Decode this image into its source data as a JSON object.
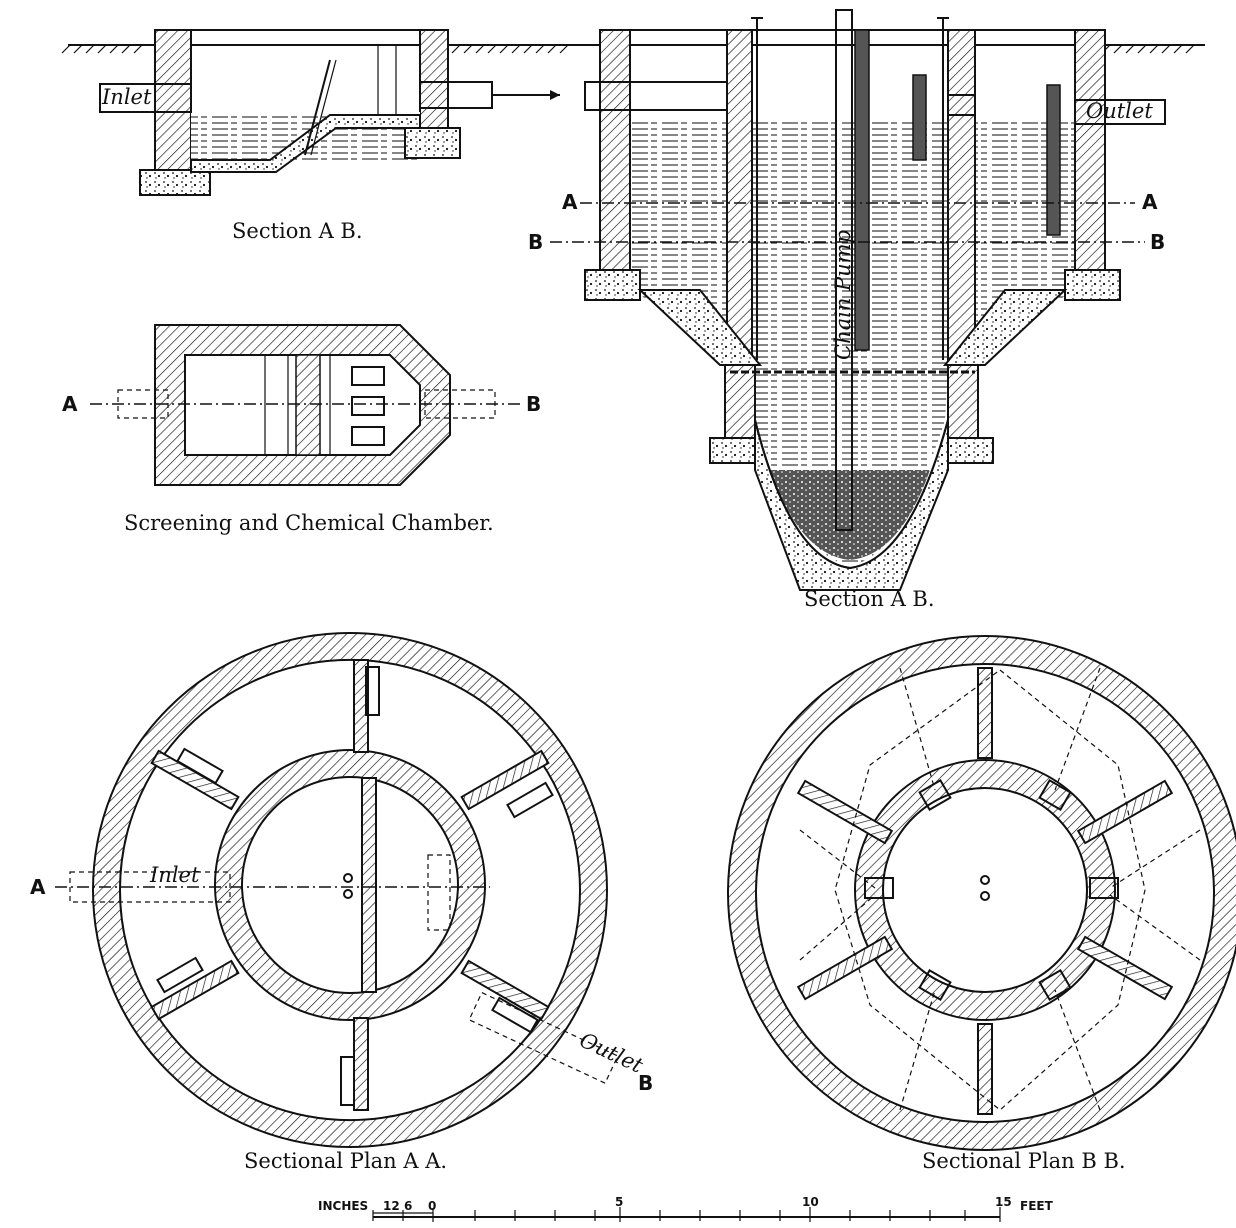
{
  "labels": {
    "inlet_top": "Inlet",
    "outlet_top": "Outlet",
    "a_left": "A",
    "a_right": "A",
    "b_left": "B",
    "b_right": "B",
    "chain_pump": "Chain Pump",
    "chamber_a": "A",
    "chamber_b": "B",
    "plan_inlet": "Inlet",
    "plan_a": "A",
    "plan_outlet": "Outlet",
    "plan_b": "B"
  },
  "captions": {
    "section_small": "Section A B.",
    "chamber": "Screening and Chemical Chamber.",
    "section_large": "Section A B.",
    "plan_aa": "Sectional Plan A A.",
    "plan_bb": "Sectional Plan B B."
  },
  "scale_bar": {
    "inches_label": "INCHES",
    "inch_ticks": [
      "12",
      "6",
      "0"
    ],
    "feet_ticks": [
      "5",
      "10",
      "15"
    ],
    "feet_label": "FEET"
  }
}
